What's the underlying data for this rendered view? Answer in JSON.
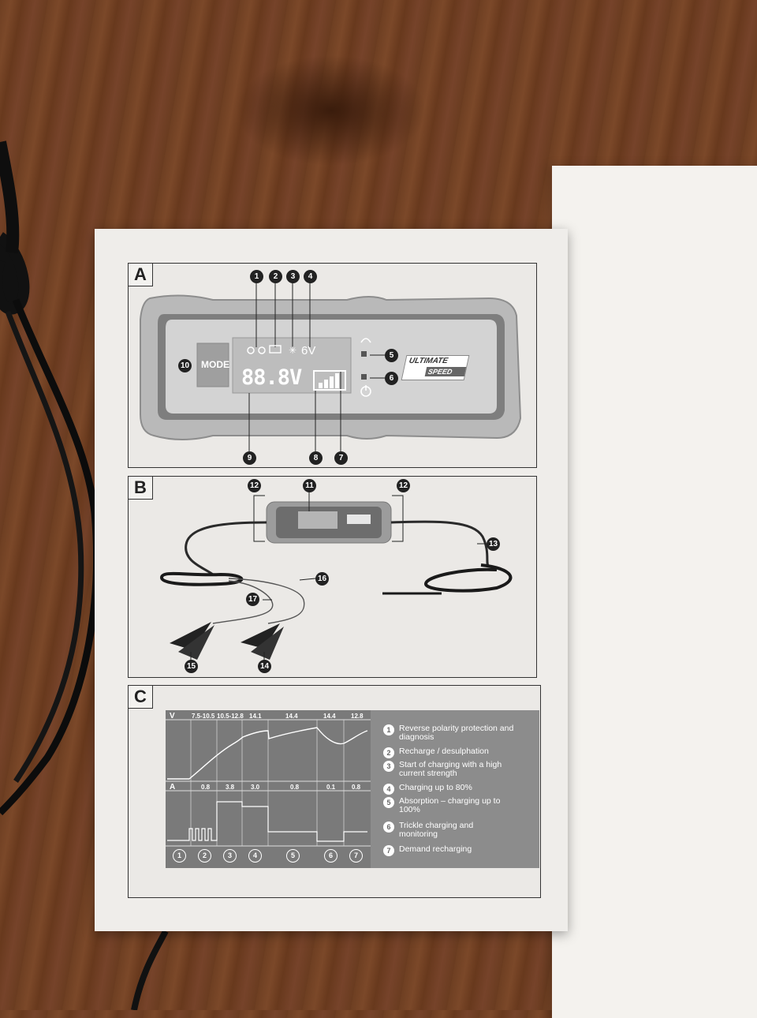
{
  "panel_a": {
    "letter": "A",
    "markers": [
      "1",
      "2",
      "3",
      "4",
      "5",
      "6",
      "7",
      "8",
      "9",
      "10"
    ],
    "mode_label": "MODE",
    "voltage_display": "88.8V",
    "voltage_mode": "6V",
    "brand_top": "ULTIMATE",
    "brand_bottom": "SPEED"
  },
  "panel_b": {
    "letter": "B",
    "markers": [
      "11",
      "12",
      "12",
      "13",
      "14",
      "15",
      "16",
      "17"
    ]
  },
  "panel_c": {
    "letter": "C",
    "voltage_axis": "V",
    "current_axis": "A",
    "voltage_labels": [
      "7.5-10.5",
      "10.5-12.8",
      "14.1",
      "14.4",
      "14.4",
      "12.8"
    ],
    "current_labels": [
      "0.8",
      "3.8",
      "3.0",
      "0.8",
      "0.1",
      "0.8"
    ],
    "phases": [
      "1",
      "2",
      "3",
      "4",
      "5",
      "6",
      "7"
    ],
    "legend": [
      {
        "num": "1",
        "text": "Reverse polarity protection and diagnosis"
      },
      {
        "num": "2",
        "text": "Recharge / desulphation"
      },
      {
        "num": "3",
        "text": "Start of charging with a high current strength"
      },
      {
        "num": "4",
        "text": "Charging up to 80%"
      },
      {
        "num": "5",
        "text": "Absorption – charging up to 100%"
      },
      {
        "num": "6",
        "text": "Trickle charging and monitoring"
      },
      {
        "num": "7",
        "text": "Demand recharging"
      }
    ]
  },
  "colors": {
    "wood": "#6e3f22",
    "paper": "#efedea",
    "chart_bg": "#7a7a7a",
    "legend_bg": "#8c8c8c"
  }
}
